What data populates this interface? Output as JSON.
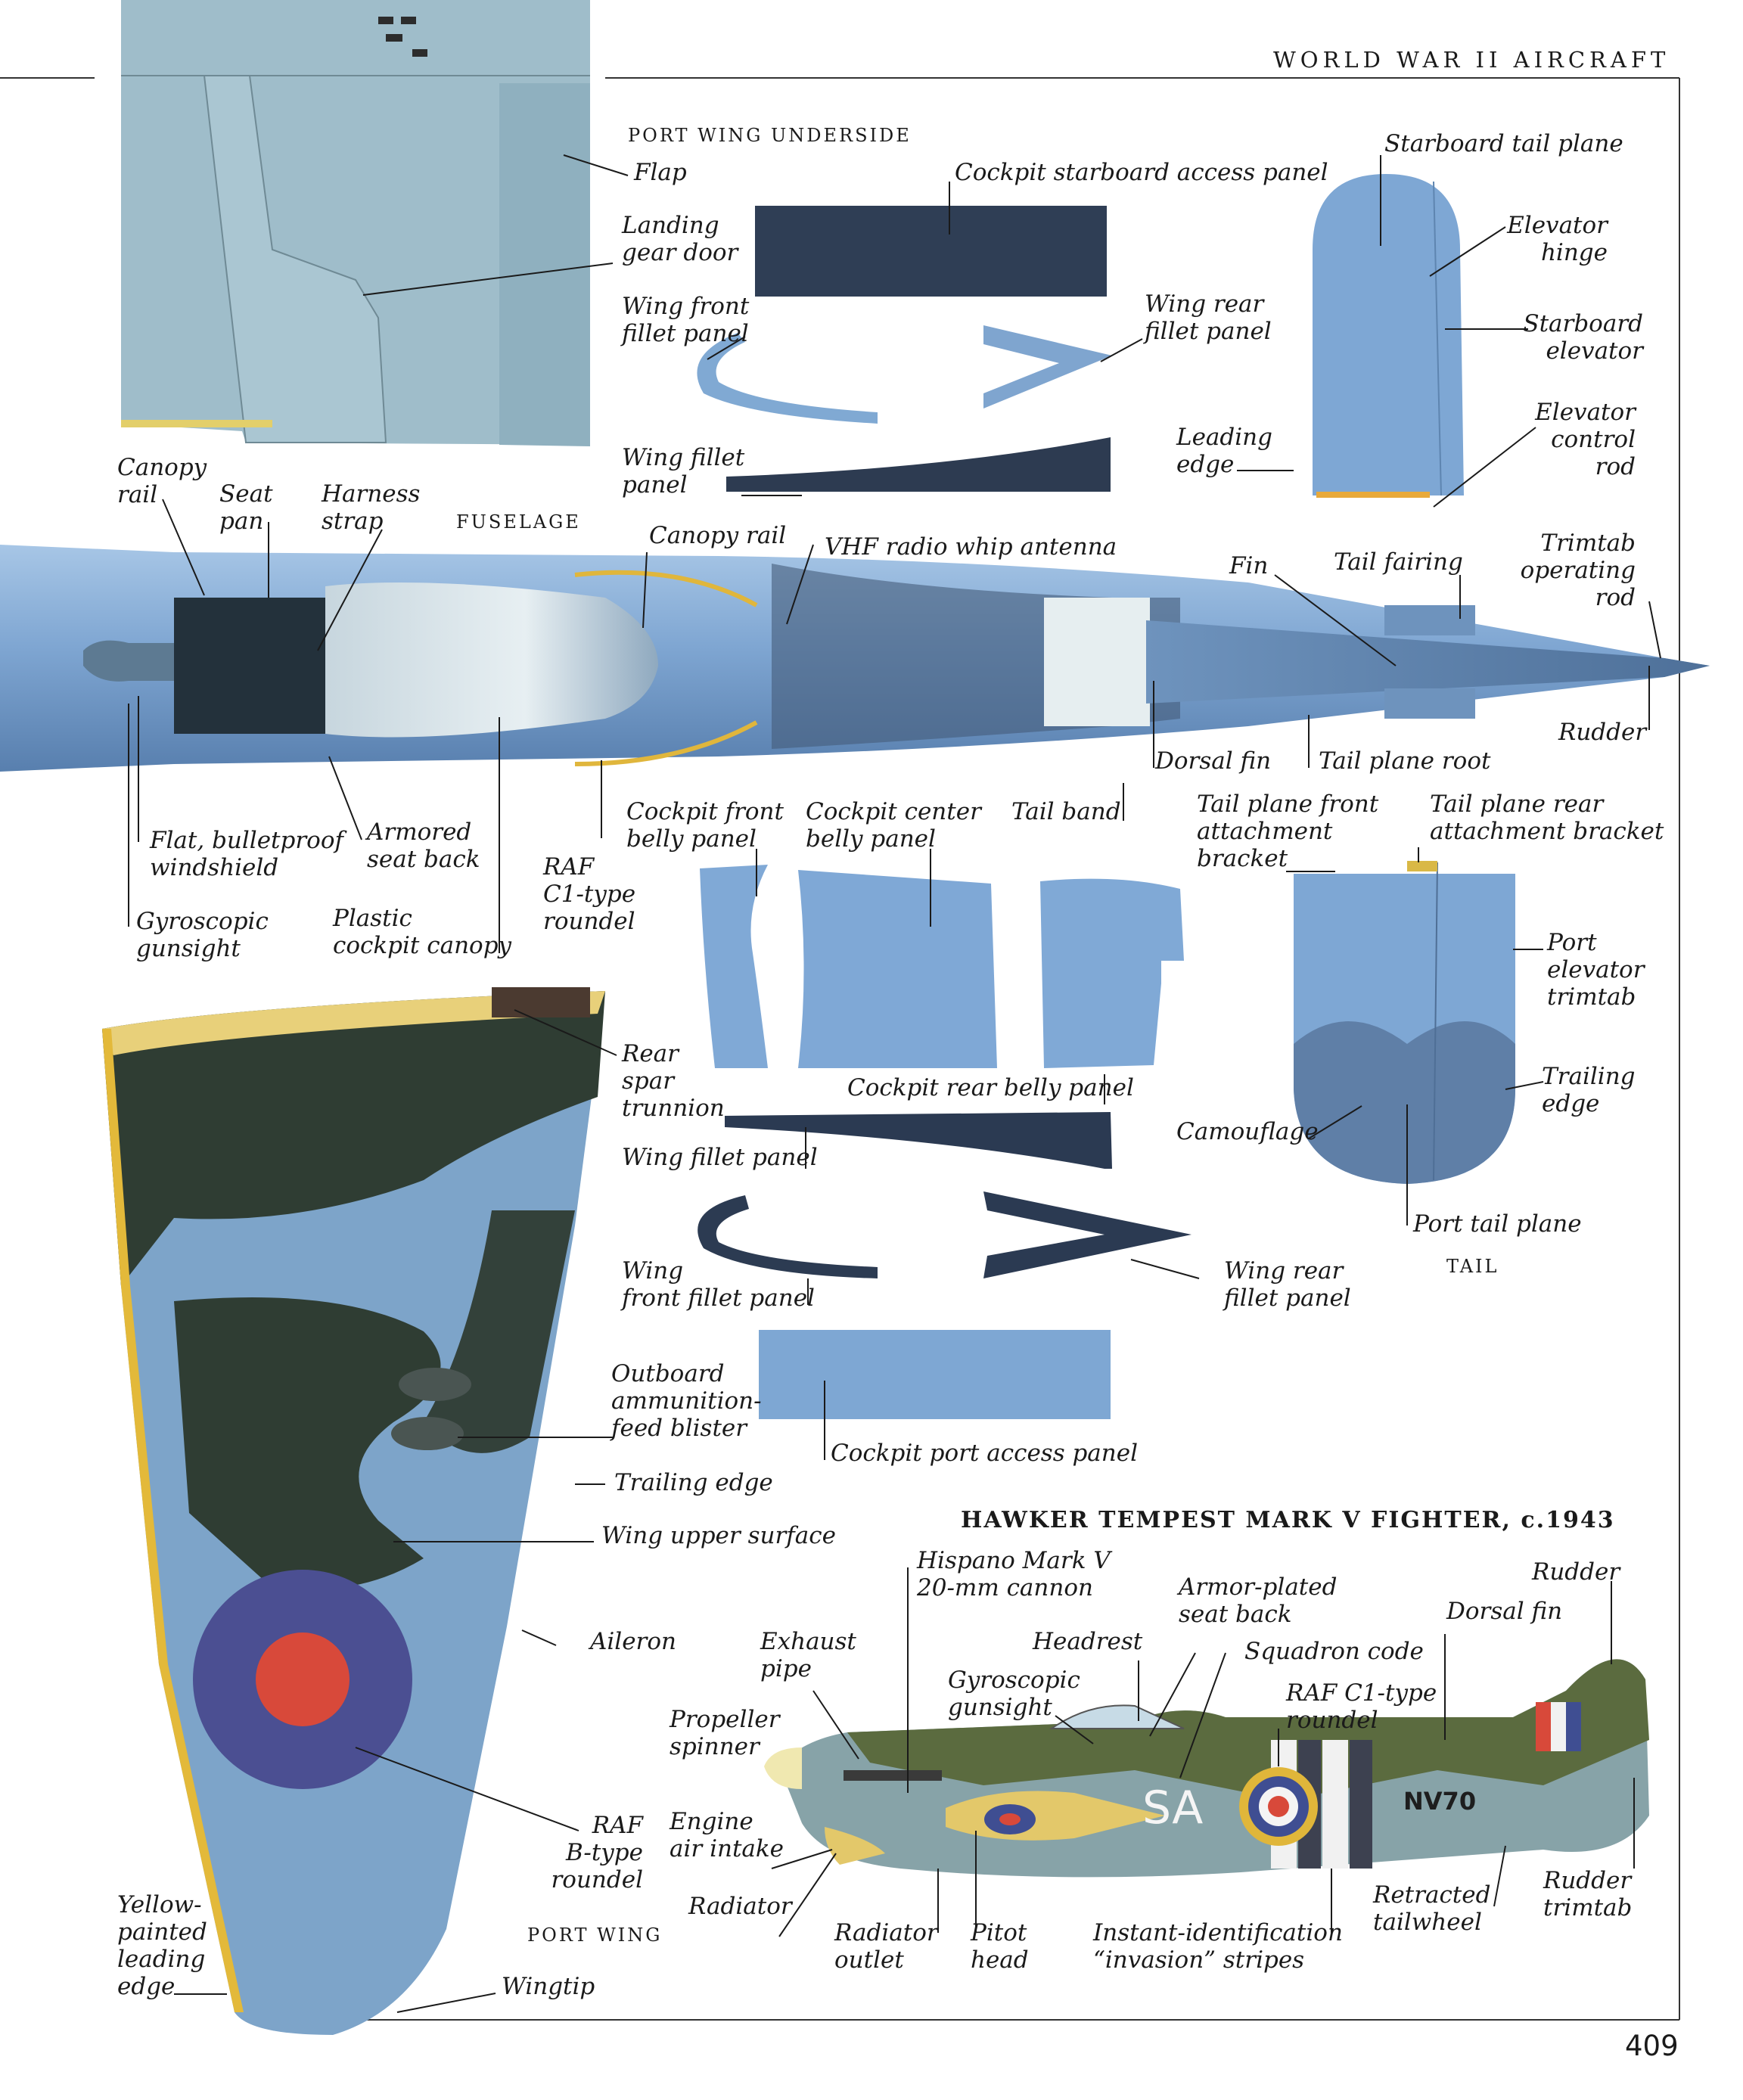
{
  "header": {
    "running_head": "WORLD WAR II AIRCRAFT",
    "page_number": "409"
  },
  "sections": {
    "wing_underside": "PORT WING UNDERSIDE",
    "fuselage": "FUSELAGE",
    "tail": "TAIL",
    "port_wing": "PORT WING",
    "fighter_title": "HAWKER TEMPEST MARK V FIGHTER, c.1943"
  },
  "labels": {
    "flap": "Flap",
    "landing_gear_door": "Landing\ngear door",
    "cockpit_starboard_panel": "Cockpit starboard access panel",
    "wing_front_fillet_1": "Wing front\nfillet panel",
    "wing_rear_fillet_1": "Wing rear\nfillet panel",
    "wing_fillet_1": "Wing fillet\npanel",
    "starboard_tail_plane": "Starboard tail plane",
    "elevator_hinge": "Elevator\nhinge",
    "starboard_elevator": "Starboard\nelevator",
    "elevator_control_rod": "Elevator\ncontrol\nrod",
    "leading_edge": "Leading\nedge",
    "canopy_rail_1": "Canopy\nrail",
    "seat_pan": "Seat\npan",
    "harness_strap": "Harness\nstrap",
    "canopy_rail_2": "Canopy rail",
    "vhf_antenna": "VHF radio whip antenna",
    "fin": "Fin",
    "tail_fairing": "Tail fairing",
    "trimtab_rod": "Trimtab\noperating\nrod",
    "rudder_1": "Rudder",
    "dorsal_fin_1": "Dorsal fin",
    "tail_plane_root": "Tail plane root",
    "flat_windshield": "Flat, bulletproof\nwindshield",
    "armored_seat_back": "Armored\nseat back",
    "gyro_gunsight_1": "Gyroscopic\ngunsight",
    "plastic_canopy": "Plastic\ncockpit canopy",
    "raf_c1_roundel_1": "RAF\nC1-type\nroundel",
    "cockpit_front_belly": "Cockpit front\nbelly panel",
    "cockpit_center_belly": "Cockpit center\nbelly panel",
    "tail_band": "Tail band",
    "tp_front_bracket": "Tail plane front\nattachment\nbracket",
    "tp_rear_bracket": "Tail plane rear\nattachment bracket",
    "port_elevator_trimtab": "Port\nelevator\ntrimtab",
    "trailing_edge_1": "Trailing\nedge",
    "camouflage": "Camouflage",
    "port_tail_plane": "Port tail plane",
    "rear_spar_trunnion": "Rear\nspar\ntrunnion",
    "cockpit_rear_belly": "Cockpit rear belly panel",
    "wing_fillet_2": "Wing fillet panel",
    "wing_front_fillet_2": "Wing\nfront fillet panel",
    "wing_rear_fillet_2": "Wing rear\nfillet panel",
    "ammo_blister": "Outboard\nammunition-\nfeed blister",
    "cockpit_port_panel": "Cockpit port access panel",
    "trailing_edge_2": "Trailing edge",
    "wing_upper_surface": "Wing upper surface",
    "aileron": "Aileron",
    "raf_b_roundel": "RAF\nB-type\nroundel",
    "yellow_leading_edge": "Yellow-\npainted\nleading\nedge",
    "wingtip": "Wingtip",
    "hispano_cannon": "Hispano Mark V\n20-mm cannon",
    "armor_seat_back_2": "Armor-plated\nseat back",
    "rudder_2": "Rudder",
    "dorsal_fin_2": "Dorsal fin",
    "exhaust_pipe": "Exhaust\npipe",
    "headrest": "Headrest",
    "squadron_code": "Squadron code",
    "gyro_gunsight_2": "Gyroscopic\ngunsight",
    "raf_c1_roundel_2": "RAF C1-type\nroundel",
    "propeller_spinner": "Propeller\nspinner",
    "engine_air_intake": "Engine\nair intake",
    "radiator": "Radiator",
    "radiator_outlet": "Radiator\noutlet",
    "pitot_head": "Pitot\nhead",
    "invasion_stripes": "Instant-identification\n“invasion” stripes",
    "retracted_tailwheel": "Retracted\ntailwheel",
    "rudder_trimtab": "Rudder\ntrimtab"
  },
  "aircraft_markings": {
    "squadron_letters": "SA",
    "serial": "NV70"
  },
  "colors": {
    "sky_blue": "#7fa8d4",
    "underside_gray_blue": "#9fbccd",
    "dark_green": "#3c4a37",
    "ocean_gray": "#5f7f9c",
    "roundel_red": "#d94a3a",
    "roundel_blue": "#4a4f8f",
    "yellow": "#e8c64a",
    "dark_panel": "#2e3d52"
  }
}
